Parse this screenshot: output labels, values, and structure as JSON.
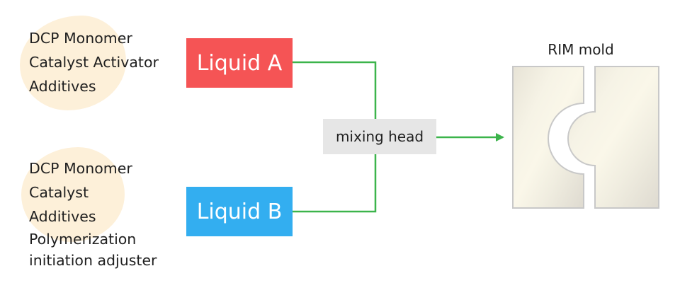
{
  "liquid_a": {
    "label": "Liquid A",
    "color": "#f55455",
    "ingredients": [
      "DCP Monomer",
      "Catalyst Activator",
      "Additives"
    ]
  },
  "liquid_b": {
    "label": "Liquid B",
    "color": "#33aef0",
    "ingredients": [
      "DCP Monomer",
      "Catalyst",
      "Additives",
      "Polymerization",
      "initiation adjuster"
    ]
  },
  "mixing_head": {
    "label": "mixing head"
  },
  "mold": {
    "label": "RIM mold"
  },
  "colors": {
    "connector": "#3cb44b",
    "blob": "#fdf0d9",
    "mixing_head_fill": "#e6e6e6",
    "mold_border": "#c8c8c8"
  },
  "icons": [
    "arrow-right-icon"
  ]
}
